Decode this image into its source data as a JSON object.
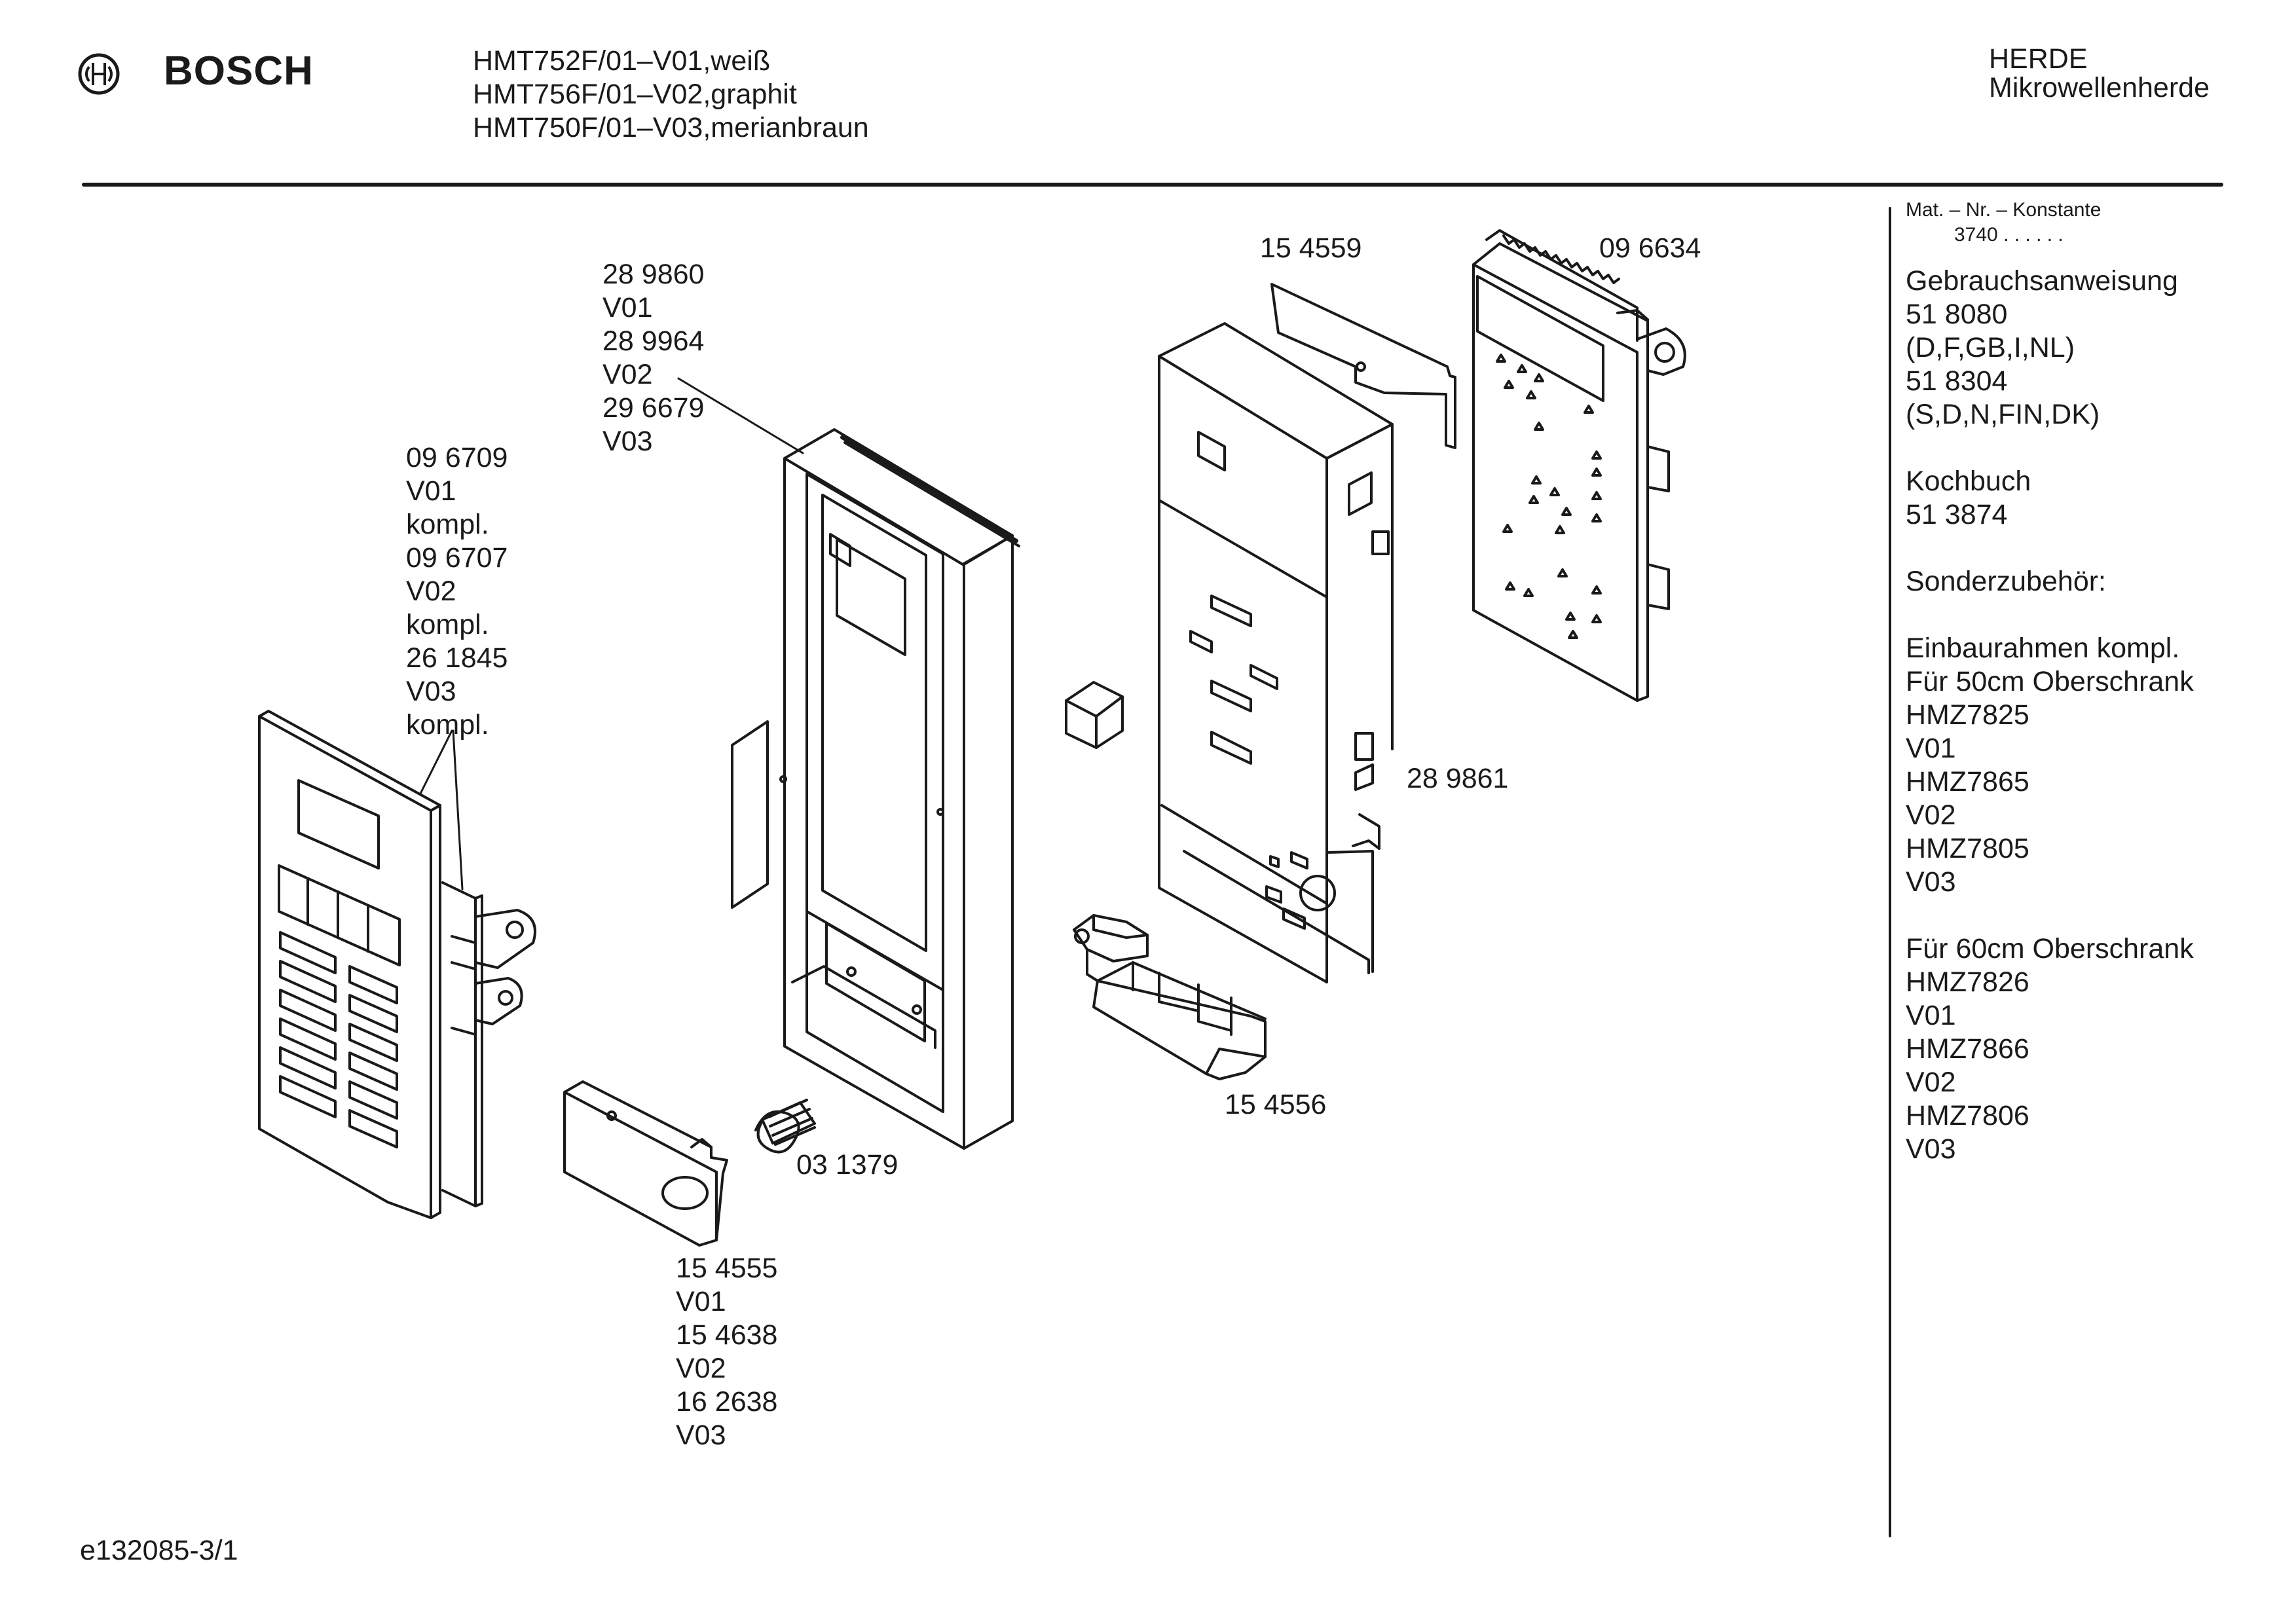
{
  "header": {
    "brand": "BOSCH",
    "models": [
      "HMT752F/01–V01,weiß",
      "HMT756F/01–V02,graphit",
      "HMT750F/01–V03,merianbraun"
    ],
    "category": [
      "HERDE",
      "Mikrowellenherde"
    ]
  },
  "sidebar": {
    "mat_label": "Mat. – Nr. – Konstante",
    "mat_value": "3740 . .   . . . .",
    "lines": [
      "Gebrauchsanweisung",
      "51 8080",
      "(D,F,GB,I,NL)",
      "51 8304",
      "(S,D,N,FIN,DK)",
      "",
      "Kochbuch",
      "51 3874",
      "",
      "Sonderzubehör:",
      "",
      "Einbaurahmen kompl.",
      "Für 50cm Oberschrank",
      "HMZ7825",
      "V01",
      "HMZ7865",
      "V02",
      "HMZ7805",
      "V03",
      "",
      "Für 60cm Oberschrank",
      "HMZ7826",
      "V01",
      "HMZ7866",
      "V02",
      "HMZ7806",
      "V03"
    ]
  },
  "callouts": {
    "door_frame": [
      "28 9860",
      "V01",
      "28 9964",
      "V02",
      "29 6679",
      "V03"
    ],
    "control_panel": [
      "09 6709",
      "V01",
      "kompl.",
      "09 6707",
      "V02",
      "kompl.",
      "26 1845",
      "V03",
      "kompl."
    ],
    "shield": "15 4559",
    "pcb": "09 6634",
    "housing": "28 9861",
    "latch_block": "15 4556",
    "spring": "03 1379",
    "push_button": [
      "15 4555",
      "V01",
      "15 4638",
      "V02",
      "16 2638",
      "V03"
    ]
  },
  "footer": {
    "drawing_id": "e132085-3/1"
  }
}
